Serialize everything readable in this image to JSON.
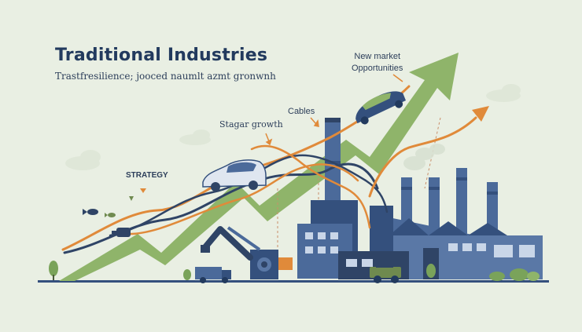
{
  "title": "Traditional Industries",
  "subtitle": "Trastfresilience; jooced naumlt azmt gronwnh",
  "labels": {
    "new_market_line1": "New market",
    "new_market_line2": "Opportunities",
    "cables": "Cables",
    "stagnant_growth": "Stagar growth",
    "strategy": "STRATEGY"
  },
  "colors": {
    "background": "#e9efe3",
    "arrow_green": "#8fb46a",
    "cable_orange": "#e08a3a",
    "cable_navy": "#2f4466",
    "factory_blue": "#4b6a9a",
    "factory_dark": "#34507d",
    "title_navy": "#223a5e"
  },
  "icons": [
    "growth-arrow",
    "cable-lines",
    "flying-car",
    "sedan-car",
    "robot-arm",
    "factory",
    "smokestack",
    "jeep",
    "truck",
    "fish",
    "tree",
    "cloud",
    "cable-plug"
  ]
}
